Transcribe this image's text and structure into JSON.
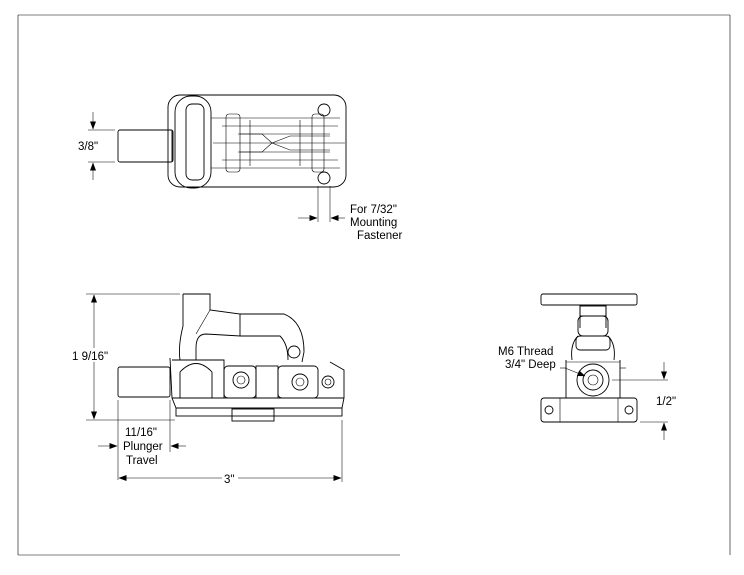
{
  "drawing": {
    "top_view": {
      "dim_plunger_diameter": "3/8\"",
      "fastener_note_line1": "For 7/32\"",
      "fastener_note_line2": "Mounting",
      "fastener_note_line3": "Fastener"
    },
    "side_view": {
      "dim_height": "1 9/16\"",
      "dim_travel_line1": "11/16\"",
      "dim_travel_line2": "Plunger",
      "dim_travel_line3": "Travel",
      "dim_length": "3\""
    },
    "end_view": {
      "thread_note_line1": "M6 Thread",
      "thread_note_line2": "3/4\" Deep",
      "dim_center_height": "1/2\""
    }
  }
}
